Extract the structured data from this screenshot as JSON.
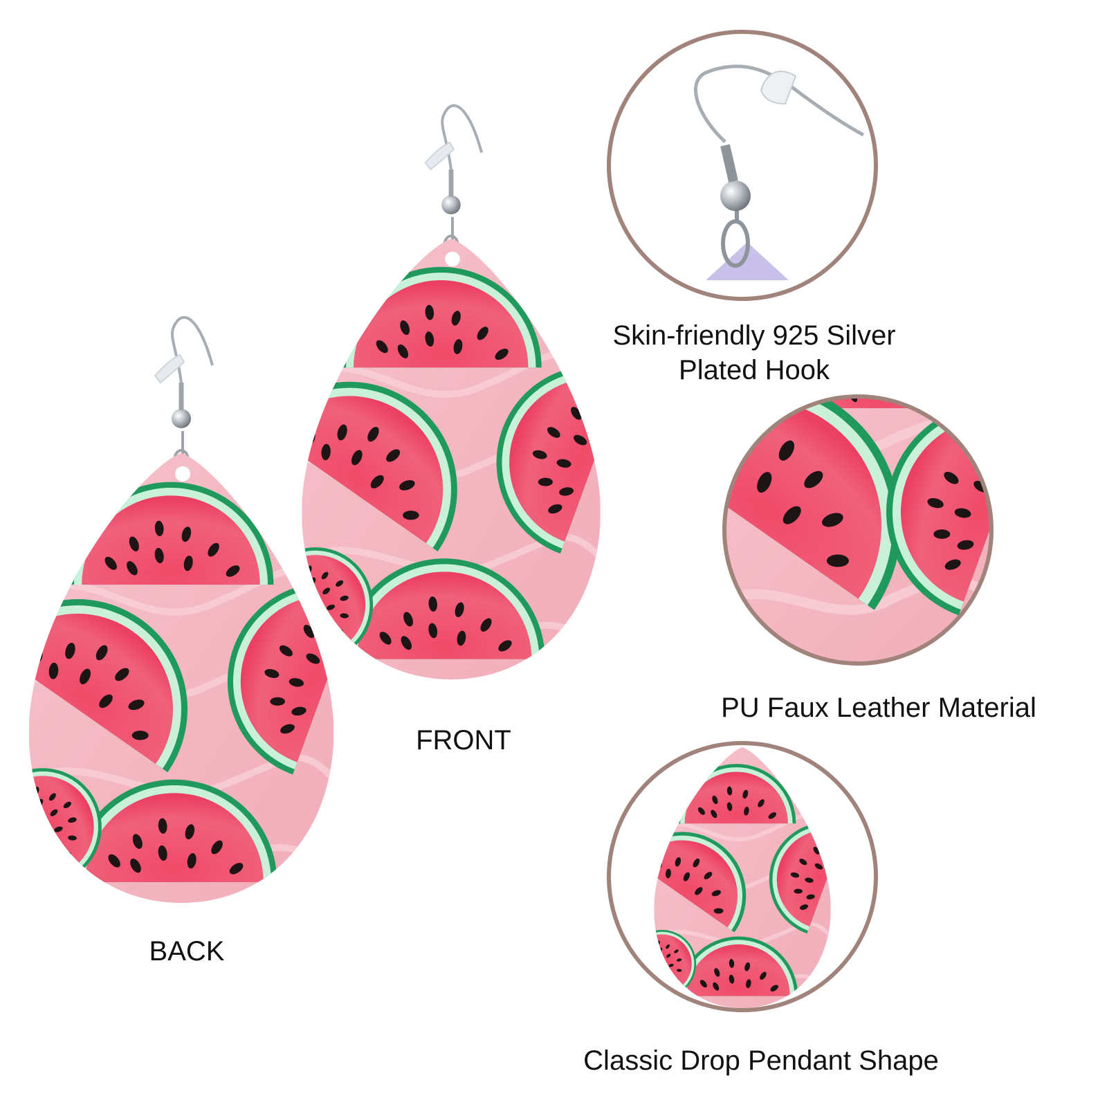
{
  "labels": {
    "back": "BACK",
    "front": "FRONT",
    "hook_line1": "Skin-friendly 925 Silver",
    "hook_line2": "Plated Hook",
    "material": "PU Faux Leather Material",
    "shape": "Classic Drop Pendant Shape"
  },
  "colors": {
    "leather_pink": "#f4b9c3",
    "leather_swirl": "#fad3da",
    "melon_flesh": "#ee4f6b",
    "melon_rind_dark": "#1f9a5c",
    "melon_rind_light": "#c9f1d9",
    "seed": "#1d1416",
    "metal": "#9ea4aa",
    "circle_border": "#a0837a"
  }
}
